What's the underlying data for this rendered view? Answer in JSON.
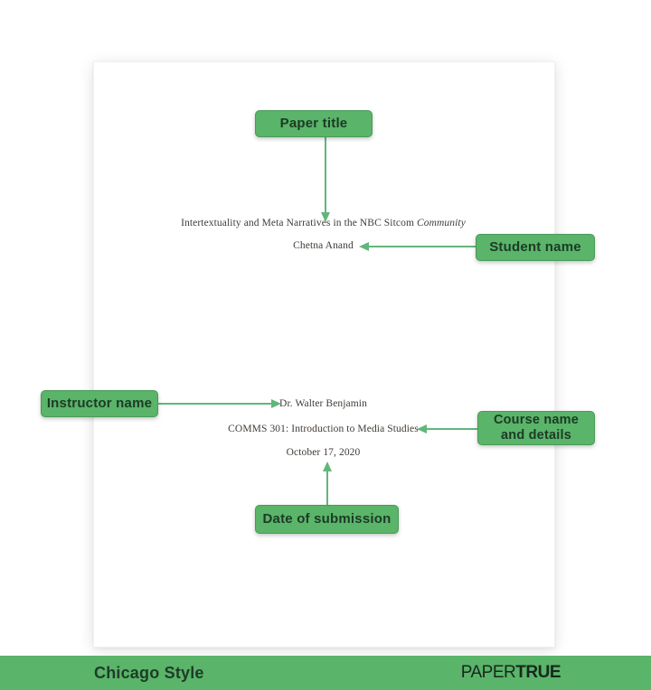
{
  "page_document": {
    "title_text": "Intertextuality and Meta Narratives in the NBC Sitcom ",
    "title_italic": "Community",
    "student_name": "Chetna Anand",
    "instructor_name": "Dr. Walter Benjamin",
    "course_line": "COMMS 301: Introduction to Media Studies",
    "submission_date": "October 17, 2020"
  },
  "labels": {
    "paper_title": "Paper title",
    "student_name": "Student name",
    "instructor_name": "Instructor name",
    "course_name_and_details": "Course name and details",
    "date_of_submission": "Date of submission"
  },
  "footer": {
    "style_name": "Chicago Style",
    "brand_first": "PAPER",
    "brand_second": "TRUE"
  },
  "colors": {
    "accent_green": "#5ab469",
    "arrow_green": "#62b67b",
    "label_text": "#1c3a26",
    "page_text": "#413c37",
    "footer_text": "#1d3c28"
  }
}
